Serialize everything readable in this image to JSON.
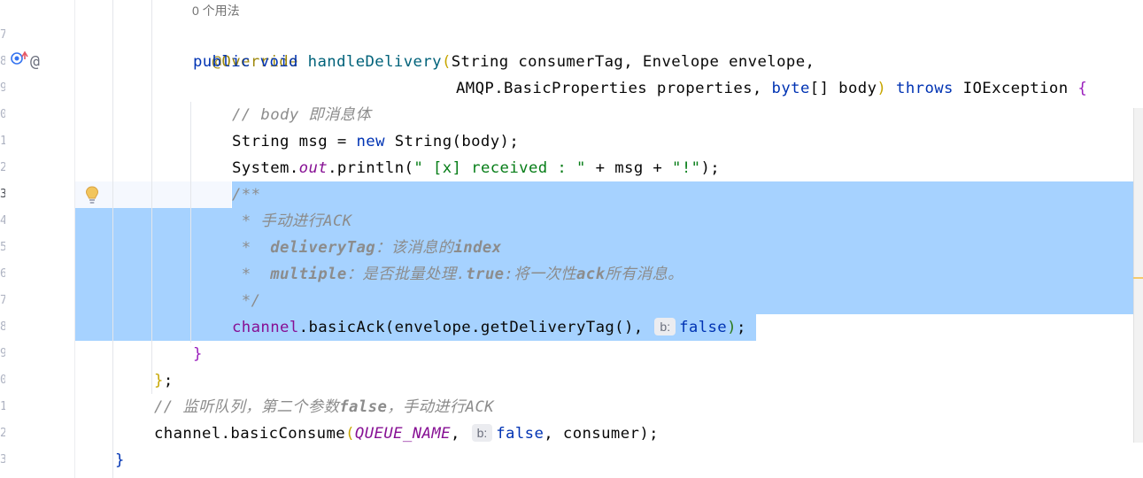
{
  "gutter": {
    "line_numbers": [
      "7",
      "8",
      "9",
      "0",
      "1",
      "2",
      "3",
      "4",
      "5",
      "6",
      "7",
      "8",
      "9",
      "0",
      "1",
      "2",
      "3"
    ],
    "current_line_index": 6,
    "icons": {
      "implements": "implements-icon",
      "annotation": "at-icon",
      "intention": "lightbulb-icon"
    },
    "annotation_glyph": "@"
  },
  "editor": {
    "usages": "0 个用法",
    "annotation": "@Override",
    "sig1": {
      "public": "public",
      "void": "void",
      "name": "handleDelivery",
      "p1": "String consumerTag, Envelope envelope,"
    },
    "sig2": {
      "p2": "AMQP.BasicProperties properties, ",
      "byte": "byte",
      "arr": "[] body",
      "throws": "throws",
      "exc": " IOException "
    },
    "comment_body": "// body 即消息体",
    "line_msg": {
      "pre": "String msg = ",
      "new": "new",
      "post": " String(body);"
    },
    "line_print": {
      "sys": "System.",
      "out": "out",
      "println": ".println(",
      "s1": "\" [x] received : \"",
      "mid": " + msg + ",
      "s2": "\"!\"",
      "end": ");"
    },
    "doc": {
      "open": "/**",
      "l1": " * 手动进行ACK",
      "l2a": " *  ",
      "l2tag": "deliveryTag",
      "l2b": "：该消息的",
      "l2c": "index",
      "l3a": " *  ",
      "l3tag": "multiple",
      "l3b": "：是否批量处理.",
      "l3c": "true",
      "l3d": ":将一次性",
      "l3e": "ack",
      "l3f": "所有消息。",
      "close": " */"
    },
    "ack_line": {
      "channel": "channel",
      "call": ".basicAck(envelope.getDeliveryTag(), ",
      "hint": "b:",
      "false": "false",
      "end": ";"
    },
    "close_method": "}",
    "close_class": {
      "brace": "}",
      "semi": ";"
    },
    "comment_listen": {
      "a": "// 监听队列，第二个参数",
      "b": "false",
      "c": "，手动进行ACK"
    },
    "consume_line": {
      "pre": "channel.basicConsume",
      "queue": "QUEUE_NAME",
      "comma": ", ",
      "hint": "b:",
      "false": "false",
      "end": ", consumer);"
    },
    "final_brace": "}"
  },
  "colors": {
    "selection": "#a6d2ff",
    "keyword": "#0033b3",
    "string": "#067d17",
    "comment": "#8c8c8c",
    "annotation": "#9e880d",
    "field": "#871094"
  }
}
